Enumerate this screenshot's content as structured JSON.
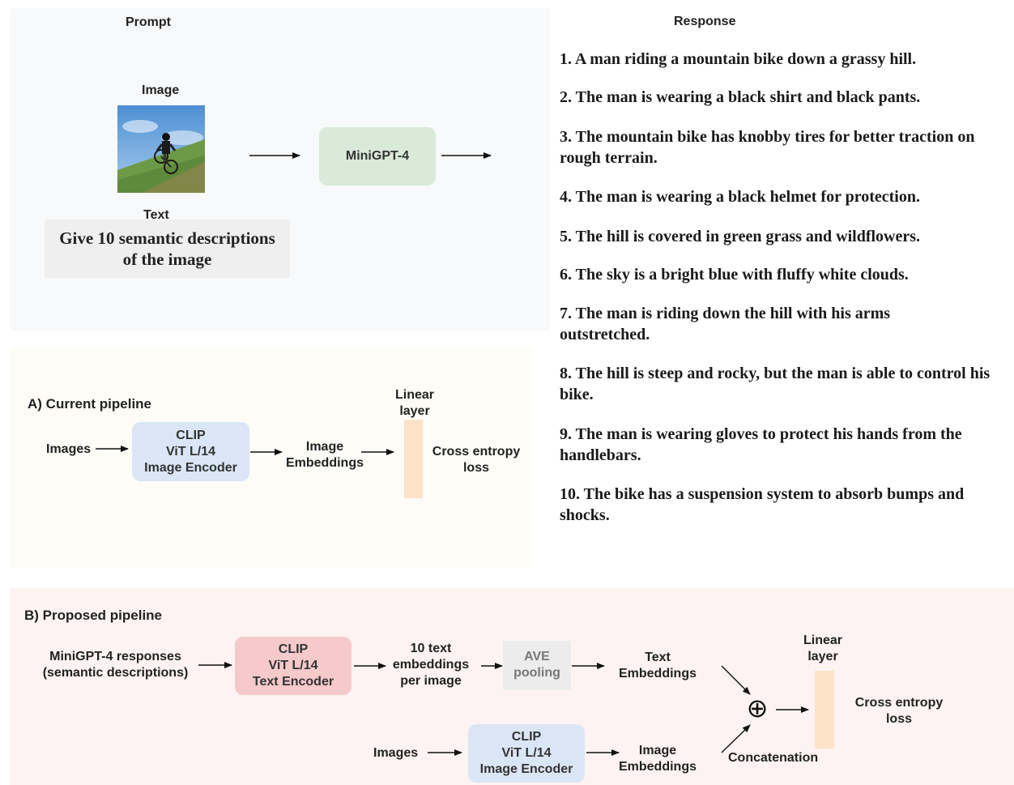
{
  "prompt": {
    "header": "Prompt",
    "image_label": "Image",
    "text_label": "Text",
    "text_content_line1": "Give 10 semantic descriptions",
    "text_content_line2": "of the image",
    "model_label": "MiniGPT-4"
  },
  "response": {
    "header": "Response",
    "items": [
      "1. A man riding a mountain bike down a grassy hill.",
      "2. The man is wearing a black shirt and black pants.",
      "3. The mountain bike has knobby tires for better traction on rough terrain.",
      "4. The man is wearing a black helmet for protection.",
      "5. The hill is covered in green grass and wildflowers.",
      "6. The sky is a bright blue with fluffy white clouds.",
      "7. The man is riding down the hill with his arms outstretched.",
      "8. The hill is steep and rocky, but the man is able to control his bike.",
      "9. The man is wearing gloves to protect his hands from the handlebars.",
      "10. The bike has a suspension system to absorb bumps and shocks."
    ]
  },
  "pipeline_a": {
    "title": "A) Current pipeline",
    "images_label": "Images",
    "encoder_line1": "CLIP",
    "encoder_line2": "ViT L/14",
    "encoder_line3": "Image Encoder",
    "embeddings_line1": "Image",
    "embeddings_line2": "Embeddings",
    "linear_line1": "Linear",
    "linear_line2": "layer",
    "loss_line1": "Cross entropy",
    "loss_line2": "loss"
  },
  "pipeline_b": {
    "title": "B) Proposed pipeline",
    "responses_line1": "MiniGPT-4 responses",
    "responses_line2": "(semantic descriptions)",
    "text_encoder_line1": "CLIP",
    "text_encoder_line2": "ViT L/14",
    "text_encoder_line3": "Text Encoder",
    "text_emb_count_line1": "10 text",
    "text_emb_count_line2": "embeddings",
    "text_emb_count_line3": "per image",
    "pool_line1": "AVE",
    "pool_line2": "pooling",
    "text_embeddings_line1": "Text",
    "text_embeddings_line2": "Embeddings",
    "images_label": "Images",
    "image_encoder_line1": "CLIP",
    "image_encoder_line2": "ViT L/14",
    "image_encoder_line3": "Image Encoder",
    "image_embeddings_line1": "Image",
    "image_embeddings_line2": "Embeddings",
    "concat_symbol": "⊕",
    "concat_label": "Concatenation",
    "linear_line1": "Linear",
    "linear_line2": "layer",
    "loss_line1": "Cross entropy",
    "loss_line2": "loss"
  },
  "colors": {
    "prompt_bg": "#f8f9fb",
    "pipeline_a_bg": "#fdfcf7",
    "pipeline_b_bg": "#fdf3f2",
    "model_box": "#d9ead9",
    "image_encoder_box": "#dae6f5",
    "text_encoder_box": "#f6caca",
    "pooling_box": "#ececec",
    "linear_layer": "#fde3c7",
    "text_prompt_box": "#efefef"
  }
}
